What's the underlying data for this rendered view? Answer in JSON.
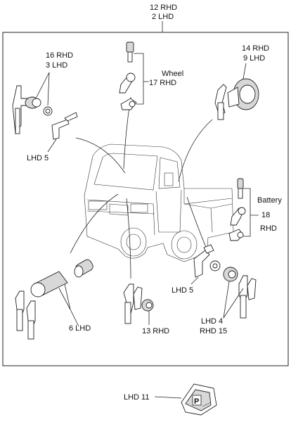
{
  "labels": {
    "top_rhd": "12 RHD",
    "top_lhd": "2 LHD",
    "tl_rhd": "16  RHD",
    "tl_lhd": "3  LHD",
    "wheel_title": "Wheel",
    "wheel_num": "17 RHD",
    "tr_rhd": "14  RHD",
    "tr_lhd": "9  LHD",
    "lhd5_left": "LHD 5",
    "battery_title": "Battery",
    "battery_num": "18",
    "battery_rhd": "RHD",
    "lhd5_right": "LHD 5",
    "r_lhd4": "LHD   4",
    "r_rhd15": "RHD 15",
    "bl_lhd6": "6  LHD",
    "bc_rhd13": "13 RHD",
    "bottom_lhd11": "LHD  11",
    "knob_letter": "P"
  }
}
